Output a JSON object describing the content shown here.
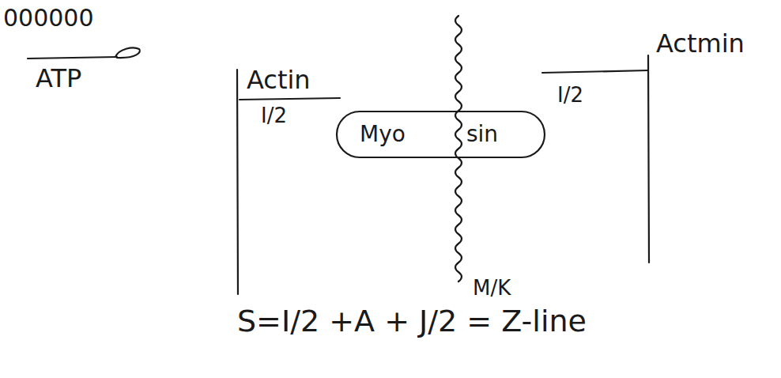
{
  "diagram": {
    "nodes": [
      {
        "text": [
          "Myo",
          "sin"
        ]
      }
    ],
    "labels": [
      "000000",
      "ATP",
      "Actin",
      "I/2",
      "I/2",
      "Actmin",
      "M/K",
      "S=I/2 +A + J/2 = Z-line"
    ]
  }
}
